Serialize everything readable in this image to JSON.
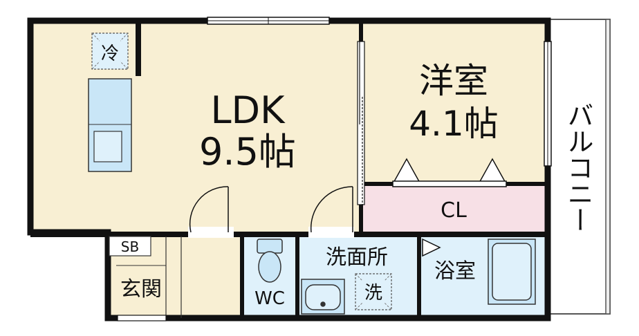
{
  "floorplan": {
    "ldk": {
      "name": "LDK",
      "size": "9.5帖"
    },
    "western_room": {
      "name": "洋室",
      "size": "4.1帖"
    },
    "closet": "CL",
    "balcony": "バルコニー",
    "refrigerator": "冷",
    "washer": "洗",
    "washroom": "洗面所",
    "bathroom": "浴室",
    "toilet": "WC",
    "shoe_box": "SB",
    "entrance": "玄関"
  },
  "colors": {
    "ldk_floor": "#f8efd3",
    "closet_fill": "#f7e0e6",
    "wet_area_fill": "#dff1fb",
    "fixture_fill": "#c9e6f7",
    "wall": "#111111"
  }
}
